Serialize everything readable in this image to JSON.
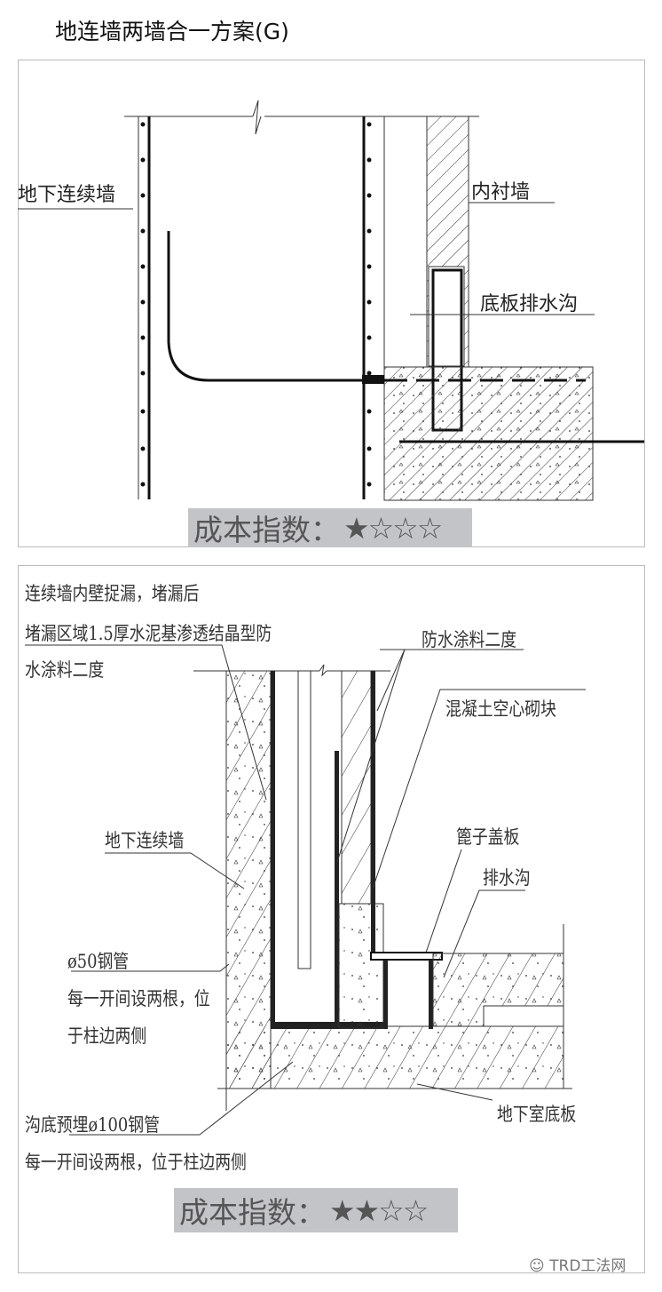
{
  "title": "地连墙两墙合一方案(G)",
  "panel1": {
    "labels": {
      "diaphragm_wall": "地下连续墙",
      "lining_wall": "内衬墙",
      "bottom_drain": "底板排水沟"
    },
    "cost": {
      "label": "成本指数：",
      "stars": "★☆☆☆",
      "rating": 1,
      "max": 4
    }
  },
  "panel2": {
    "labels": {
      "note_line1": "连续墙内壁捉漏，堵漏后",
      "note_line2": "堵漏区域1.5厚水泥基渗透结晶型防",
      "note_line3": "水涂料二度",
      "waterproof": "防水涂料二度",
      "block": "混凝土空心砌块",
      "grate": "篦子盖板",
      "drain": "排水沟",
      "diaphragm_wall": "地下连续墙",
      "pipe50": "ø50钢管",
      "pipe50_note1": "每一开间设两根，位",
      "pipe50_note2": "于柱边两侧",
      "pipe100": "沟底预埋ø100钢管",
      "pipe100_note": "每一开间设两根，位于柱边两侧",
      "base_slab": "地下室底板"
    },
    "cost": {
      "label": "成本指数：",
      "stars": "★★☆☆",
      "rating": 2,
      "max": 4
    }
  },
  "watermark": "TRD工法网"
}
